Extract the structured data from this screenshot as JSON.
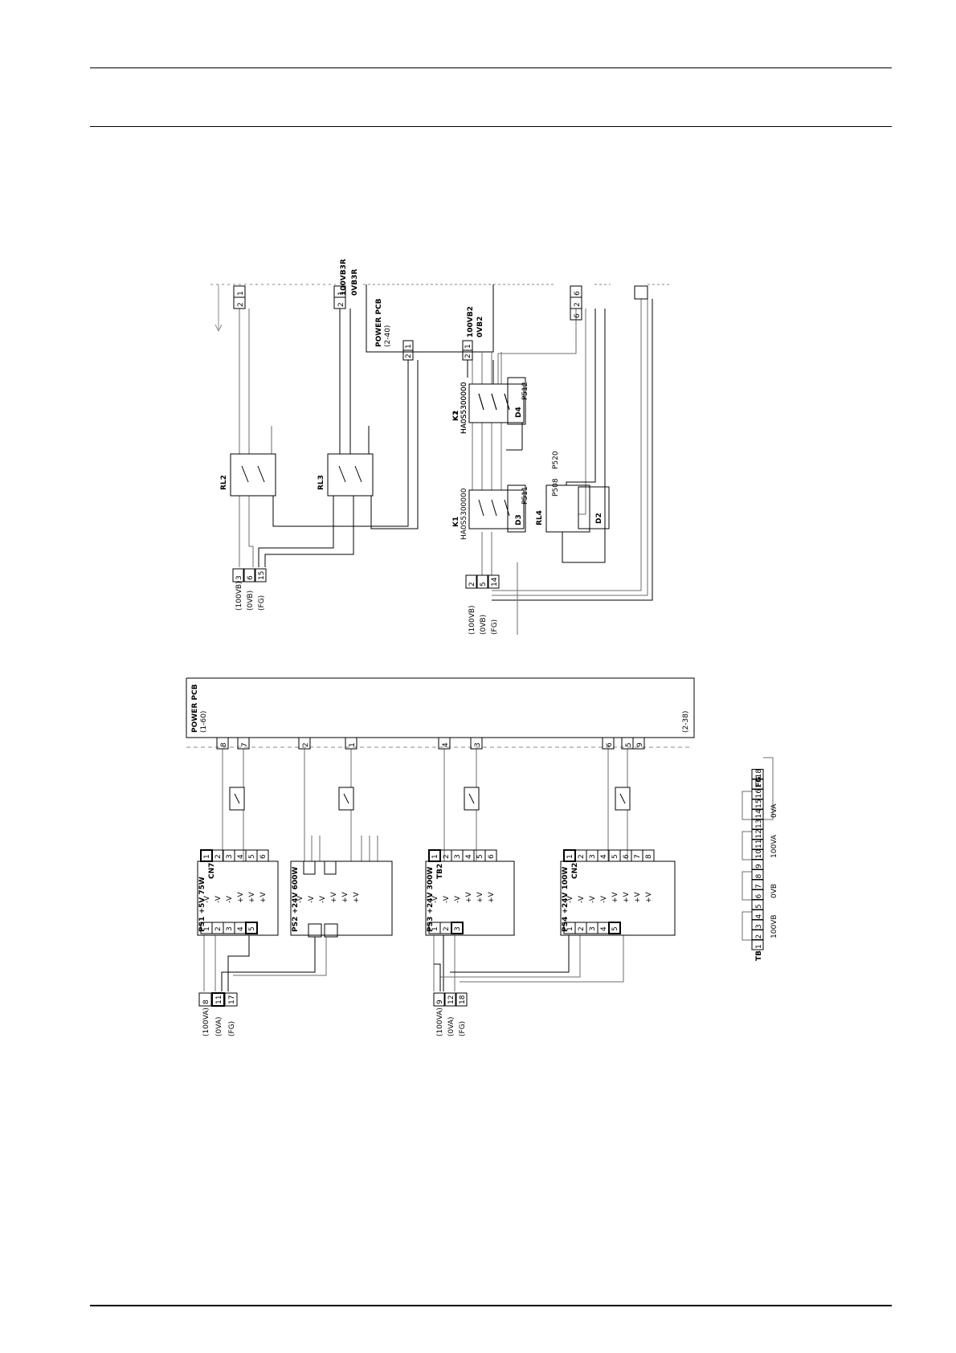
{
  "palette": {
    "line": "#000000",
    "thin_line": "#6e6e6e",
    "dashed": "#8a8a8a",
    "background": "#ffffff"
  },
  "upper": {
    "top_connector_a": [
      "1",
      "2"
    ],
    "top_connector_b": {
      "pins": [
        "1",
        "2"
      ],
      "signals": [
        "100VB3R",
        "0VB3R"
      ]
    },
    "top_connector_c": [
      "6",
      "2",
      "6"
    ],
    "power_pcb": "POWER PCB",
    "power_pcb_ref": "(2-40)",
    "pcb_pins_a": [
      "1",
      "2"
    ],
    "pcb_pins_b": {
      "pins": [
        "1",
        "2"
      ],
      "signals": [
        "100VB2",
        "0VB2"
      ]
    },
    "relays": [
      "RL2",
      "RL3"
    ],
    "contactors": [
      {
        "name": "K2",
        "part": "HA0S5300000",
        "diode": "D4",
        "ref": "P512"
      },
      {
        "name": "K1",
        "part": "HA0S5300000",
        "diode": "D3",
        "ref": "P511"
      }
    ],
    "relay_rl4": {
      "name": "RL4",
      "ref": "P508",
      "ref2": "P520",
      "diode": "D2"
    },
    "left_terminals": [
      {
        "pin": "3",
        "signal": "(100VB)"
      },
      {
        "pin": "6",
        "signal": "(0VB)"
      },
      {
        "pin": "15",
        "signal": "(FG)"
      }
    ],
    "right_terminals": [
      {
        "pin": "2",
        "signal": "(100VB)"
      },
      {
        "pin": "5",
        "signal": "(0VB)"
      },
      {
        "pin": "14",
        "signal": "(FG)"
      }
    ]
  },
  "lower": {
    "power_pcb": "POWER PCB",
    "power_pcb_ref": "(1-60)",
    "power_pcb_ref2": "(2-38)",
    "pcb_pins": [
      "8",
      "7",
      "2",
      "1",
      "4",
      "3",
      "6",
      "5",
      "9"
    ],
    "supplies": [
      {
        "name": "PS1 +5V 75W",
        "cn": "CN7",
        "out": [
          "-V",
          "-V",
          "-V",
          "+V",
          "+V",
          "+V"
        ],
        "out_pins": [
          "1",
          "2",
          "3",
          "4",
          "5",
          "6"
        ],
        "in_pins": [
          "1",
          "2",
          "3",
          "4",
          "5"
        ]
      },
      {
        "name": "PS2 +24V 600W",
        "cn": "",
        "out": [
          "-V",
          "-V",
          "-V",
          "+V",
          "+V",
          "+V"
        ],
        "out_pins": [],
        "in_pins": []
      },
      {
        "name": "PS3 +24V 300W",
        "cn": "TB2",
        "out": [
          "-V",
          "-V",
          "-V",
          "+V",
          "+V",
          "+V"
        ],
        "out_pins": [
          "1",
          "2",
          "3",
          "4",
          "5",
          "6"
        ],
        "in_pins": [
          "1",
          "2",
          "3"
        ]
      },
      {
        "name": "PS4 +24V 100W",
        "cn": "CN2",
        "out": [
          "-V",
          "-V",
          "-V",
          "-V",
          "+V",
          "+V",
          "+V",
          "+V"
        ],
        "out_pins": [
          "1",
          "2",
          "3",
          "4",
          "5",
          "6",
          "7",
          "8"
        ],
        "in_pins": [
          "1",
          "2",
          "3",
          "4",
          "5"
        ]
      }
    ],
    "left_terminals": [
      {
        "pin": "8",
        "signal": "(100VA)"
      },
      {
        "pin": "11",
        "signal": "(0VA)"
      },
      {
        "pin": "17",
        "signal": "(FG)"
      }
    ],
    "mid_terminals": [
      {
        "pin": "9",
        "signal": "(100VA)"
      },
      {
        "pin": "12",
        "signal": "(0VA)"
      },
      {
        "pin": "18",
        "signal": "(FG)"
      }
    ]
  },
  "terminal_block": {
    "tb_label": "TB",
    "fg_label": "FG",
    "tb_pins": [
      "1",
      "2",
      "3",
      "4",
      "5",
      "6",
      "7",
      "8",
      "9",
      "10",
      "11",
      "12"
    ],
    "fg_pins": [
      "13",
      "14",
      "15",
      "16",
      "17",
      "18"
    ],
    "groups": [
      "100VB",
      "0VB",
      "100VA",
      "0VA"
    ]
  }
}
